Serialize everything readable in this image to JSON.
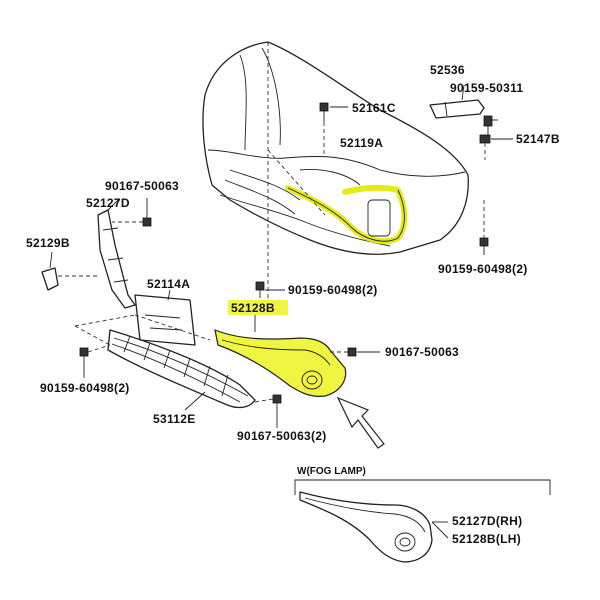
{
  "labels": {
    "p52536": "52536",
    "p90159_50311": "90159-50311",
    "p52161C": "52161C",
    "p52147B": "52147B",
    "p52119A": "52119A",
    "p90167_50063_top": "90167-50063",
    "p52127D": "52127D",
    "p52129B": "52129B",
    "p90159_60498_right": "90159-60498(2)",
    "p90159_60498_center": "90159-60498(2)",
    "p52114A": "52114A",
    "p52128B": "52128B",
    "p90167_50063_mid": "90167-50063",
    "p90159_60498_left": "90159-60498(2)",
    "p53112E": "53112E",
    "p90167_50063_bottom": "90167-50063(2)",
    "inset_title": "W(FOG LAMP)",
    "inset_rh": "52127D(RH)",
    "inset_lh": "52128B(LH)"
  },
  "highlight": {
    "part": "52128B",
    "color": "#f0f542"
  }
}
